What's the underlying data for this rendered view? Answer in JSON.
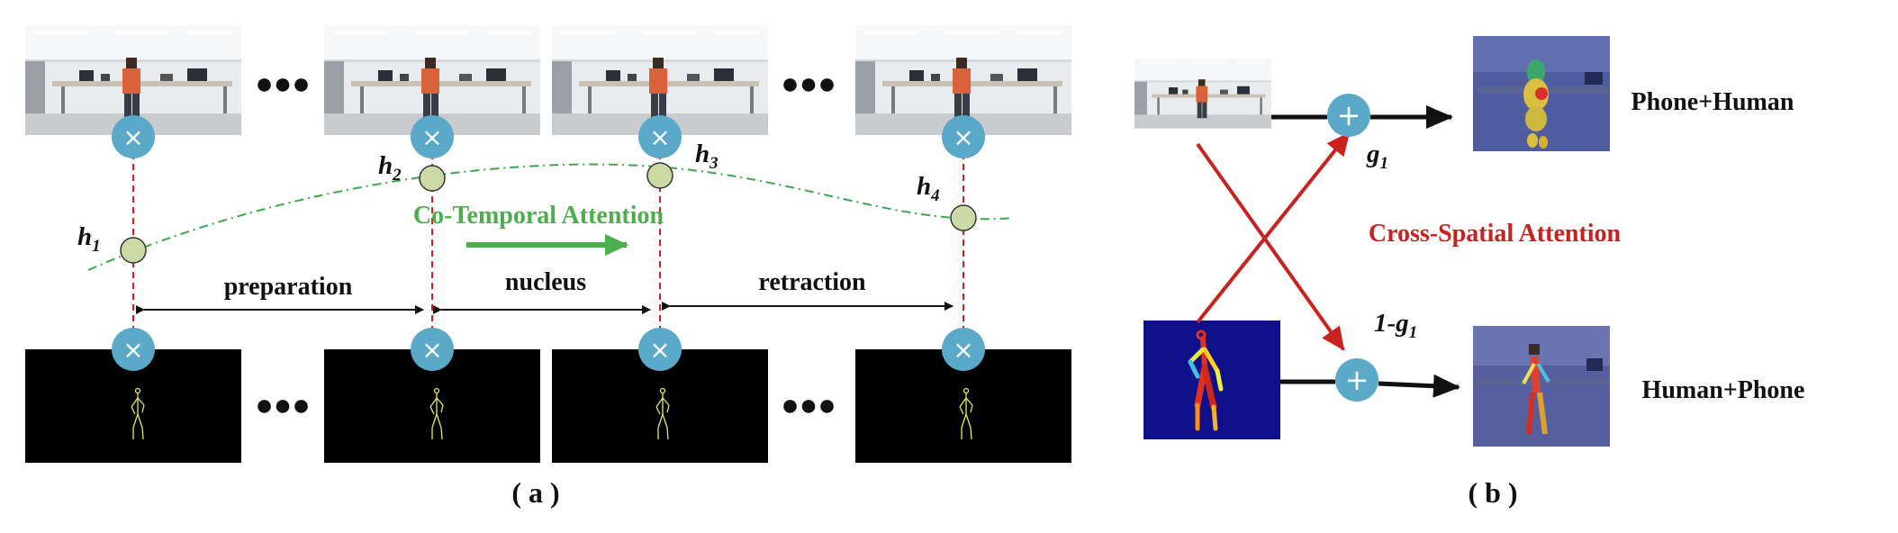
{
  "panel_a": {
    "ellipsis": "●●●",
    "hidden_states": [
      {
        "base": "h",
        "sub": "1"
      },
      {
        "base": "h",
        "sub": "2"
      },
      {
        "base": "h",
        "sub": "3"
      },
      {
        "base": "h",
        "sub": "4"
      }
    ],
    "attention_label": "Co-Temporal Attention",
    "phases": [
      "preparation",
      "nucleus",
      "retraction"
    ],
    "multiply_symbol": "×",
    "caption": "( a )"
  },
  "panel_b": {
    "gate_top": {
      "base": "g",
      "sub": "1"
    },
    "gate_bottom": {
      "prefix": "1-g",
      "sub": "1"
    },
    "attention_label": "Cross-Spatial Attention",
    "output_top": "Phone+Human",
    "output_bottom": "Human+Phone",
    "add_symbol": "+",
    "caption": "( b )"
  },
  "colors": {
    "node_blue": "#5ba9c8",
    "hidden_state_fill": "#cbd9a4",
    "dash_red": "#d42020",
    "curve_green": "#3aa84a",
    "attention_green": "#4cae4c",
    "cross_red": "#c8221e",
    "skeleton_bg": "#000000",
    "pose_bg": "#10108c"
  }
}
